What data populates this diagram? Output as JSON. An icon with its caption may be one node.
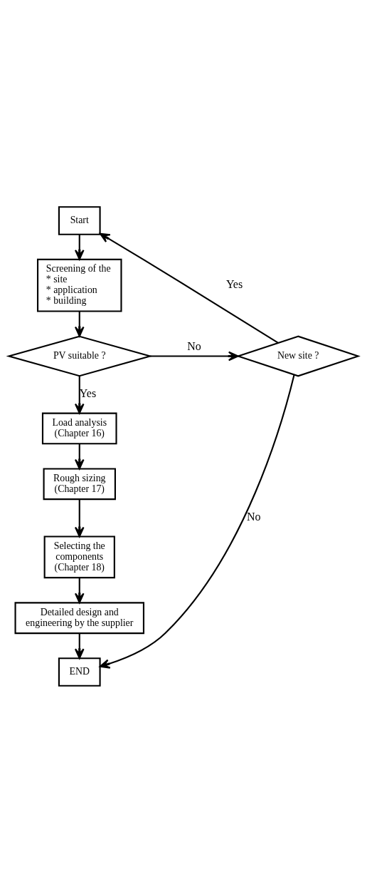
{
  "diagram": {
    "nodes": [
      {
        "text": [
          "Start"
        ]
      },
      {
        "text": [
          "Screening of the",
          "* site",
          "* application",
          "* building"
        ]
      },
      {
        "text": [
          "PV suitable ?"
        ]
      },
      {
        "text": [
          "New site ?"
        ]
      },
      {
        "text": [
          "Load analysis (Chapter 16)"
        ]
      },
      {
        "text": [
          "Rough sizing (Chapter 17)"
        ]
      },
      {
        "text": [
          "Selecting the components (Chapter 18)"
        ]
      },
      {
        "text": [
          "Detailed design and engineering by the supplier"
        ]
      },
      {
        "text": [
          "END"
        ]
      }
    ],
    "edges": [
      {
        "from": 0,
        "to": 1,
        "arrow": "to"
      },
      {
        "from": 1,
        "to": 2,
        "arrow": "to"
      },
      {
        "from": 2,
        "to": 3,
        "label": "No",
        "arrow": "to"
      },
      {
        "from": 3,
        "to": 0,
        "label": "Yes",
        "arrow": "to"
      },
      {
        "from": 2,
        "to": 4,
        "label": "Yes",
        "arrow": "to"
      },
      {
        "from": 4,
        "to": 5,
        "arrow": "to"
      },
      {
        "from": 5,
        "to": 6,
        "arrow": "to"
      },
      {
        "from": 6,
        "to": 7,
        "arrow": "to"
      },
      {
        "from": 7,
        "to": 8,
        "arrow": "to"
      },
      {
        "from": 3,
        "to": 8,
        "label": "No",
        "arrow": "to"
      }
    ]
  }
}
